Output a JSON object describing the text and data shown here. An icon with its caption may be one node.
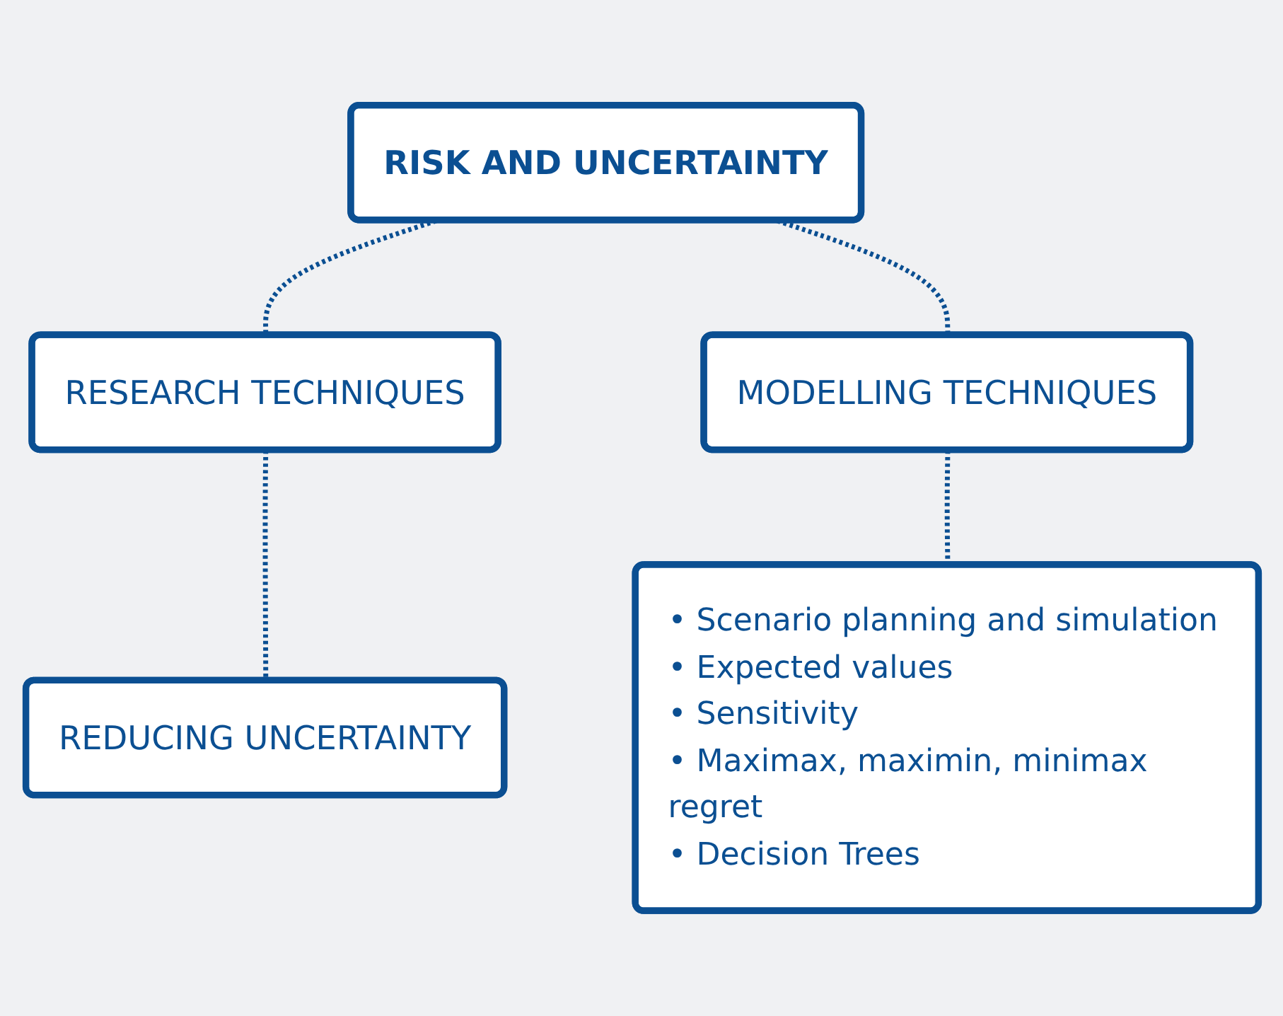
{
  "diagram": {
    "nodes": [
      {
        "text": [
          "RISK AND UNCERTAINTY"
        ]
      },
      {
        "text": [
          "RESEARCH TECHNIQUES"
        ]
      },
      {
        "text": [
          "MODELLING TECHNIQUES"
        ]
      },
      {
        "text": [
          "REDUCING UNCERTAINTY"
        ]
      },
      {
        "text": [
          "• Scenario planning and simulation",
          "• Expected values",
          "• Sensitivity",
          "• Maximax, maximin, minimax regret",
          "• Decision Trees"
        ]
      }
    ],
    "edges": [
      {
        "from": 0,
        "to": 1,
        "arrow": "none",
        "style": "dashed"
      },
      {
        "from": 0,
        "to": 2,
        "arrow": "none",
        "style": "dashed"
      },
      {
        "from": 1,
        "to": 3,
        "arrow": "none",
        "style": "dashed"
      },
      {
        "from": 2,
        "to": 4,
        "arrow": "none",
        "style": "dashed"
      }
    ]
  }
}
